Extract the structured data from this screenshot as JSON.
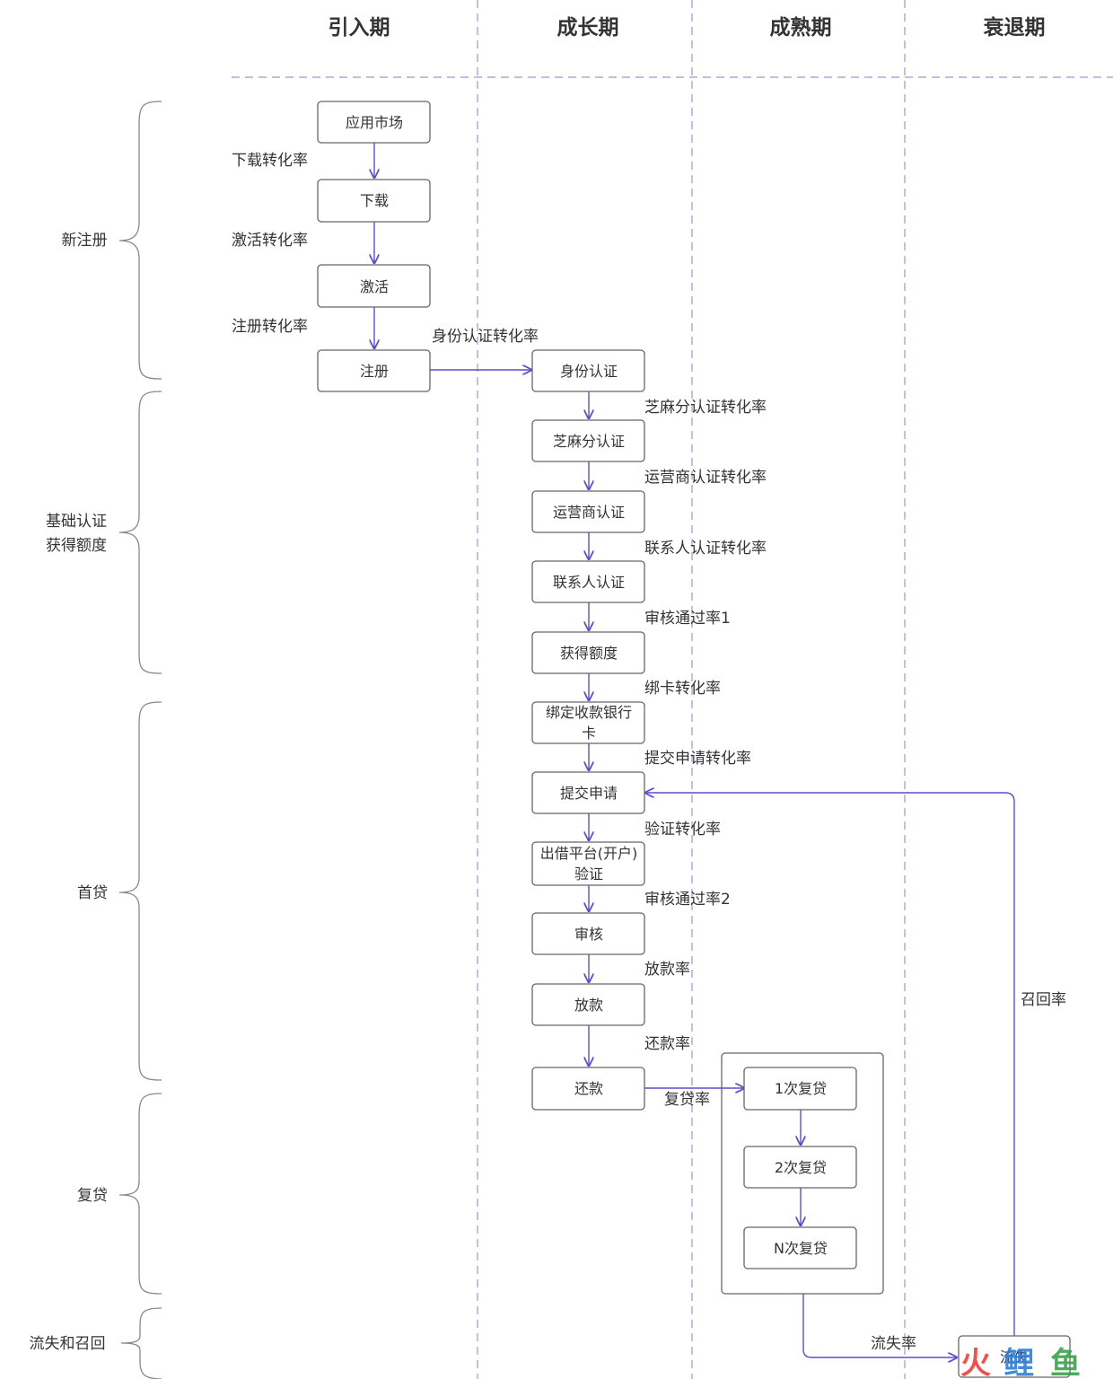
{
  "phases": [
    "引入期",
    "成长期",
    "成熟期",
    "衰退期"
  ],
  "stages": {
    "new_register": "新注册",
    "basic_auth_line1": "基础认证",
    "basic_auth_line2": "获得额度",
    "first_loan": "首贷",
    "repeat_loan": "复贷",
    "churn_recall": "流失和召回"
  },
  "nodes": {
    "app_market": "应用市场",
    "download": "下载",
    "activate": "激活",
    "register": "注册",
    "identity": "身份认证",
    "sesame": "芝麻分认证",
    "carrier": "运营商认证",
    "contact": "联系人认证",
    "quota": "获得额度",
    "bind_card_line1": "绑定收款银行",
    "bind_card_line2": "卡",
    "submit": "提交申请",
    "lender_verify_line1": "出借平台(开户)",
    "lender_verify_line2": "验证",
    "review": "审核",
    "disburse": "放款",
    "repay": "还款",
    "reloan1": "1次复贷",
    "reloan2": "2次复贷",
    "reloanN": "N次复贷",
    "churn": "流失"
  },
  "edge_labels": {
    "download_rate": "下载转化率",
    "activate_rate": "激活转化率",
    "register_rate": "注册转化率",
    "identity_rate": "身份认证转化率",
    "sesame_rate": "芝麻分认证转化率",
    "carrier_rate": "运营商认证转化率",
    "contact_rate": "联系人认证转化率",
    "review_rate1": "审核通过率1",
    "bind_rate": "绑卡转化率",
    "submit_rate": "提交申请转化率",
    "verify_rate": "验证转化率",
    "review_rate2": "审核通过率2",
    "disburse_rate": "放款率",
    "repay_rate": "还款率",
    "reloan_rate": "复贷率",
    "churn_rate": "流失率",
    "recall_rate": "召回率"
  },
  "watermark": "火鲤鱼",
  "colors": {
    "arrow": "#5b4fc7",
    "divider": "#9b96d8",
    "logo_red": "#e8423a",
    "logo_blue": "#2f7fd6",
    "logo_green": "#3aa34a"
  }
}
